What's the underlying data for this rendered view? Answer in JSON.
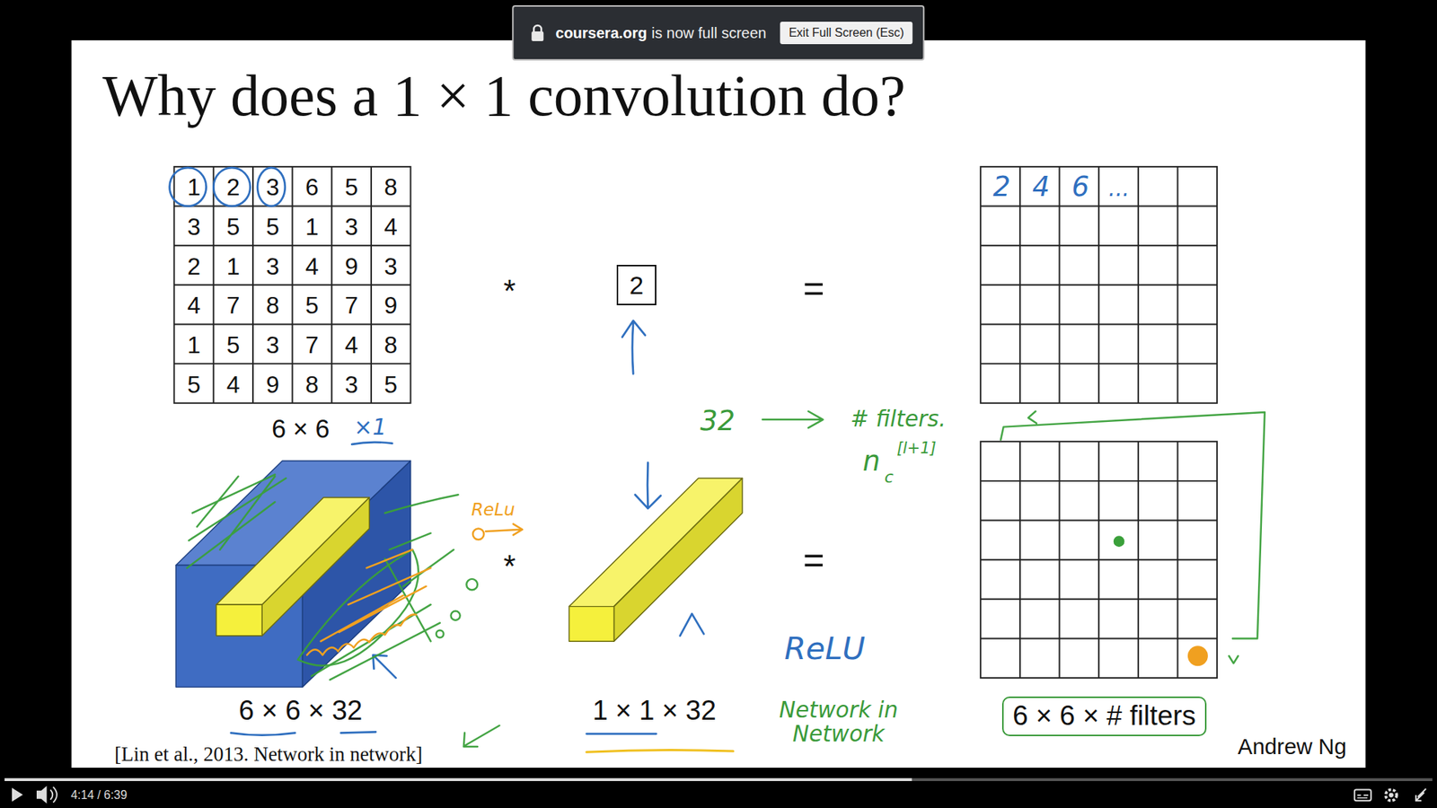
{
  "diagram": {
    "title": "Why does a 1 × 1 convolution do?",
    "nodes": [
      {
        "text": [
          "coursera.org",
          "is now full screen"
        ]
      },
      {
        "text": [
          "Exit Full Screen (Esc)"
        ],
        "in": 0
      },
      {
        "text": [
          "2"
        ]
      },
      {
        "text": [
          "6 × 6 × # filters"
        ]
      }
    ],
    "labels": [
      "1",
      "2",
      "3",
      "6",
      "5",
      "8",
      "3",
      "5",
      "5",
      "1",
      "3",
      "4",
      "2",
      "1",
      "3",
      "4",
      "9",
      "3",
      "4",
      "7",
      "8",
      "5",
      "7",
      "9",
      "1",
      "5",
      "3",
      "7",
      "4",
      "8",
      "5",
      "4",
      "9",
      "8",
      "3",
      "5",
      "6 × 6",
      "×1",
      "*",
      "=",
      "2",
      "4",
      "6",
      "...",
      "32",
      "# filters.",
      "n",
      "c",
      "[l+1]",
      "ReLu",
      "*",
      "=",
      "6 × 6 × 32",
      "1 × 1 × 32",
      "ReLU",
      "Network in Network",
      "[Lin et al., 2013. Network in network]",
      "Andrew Ng",
      "4:14 / 6:39"
    ]
  }
}
